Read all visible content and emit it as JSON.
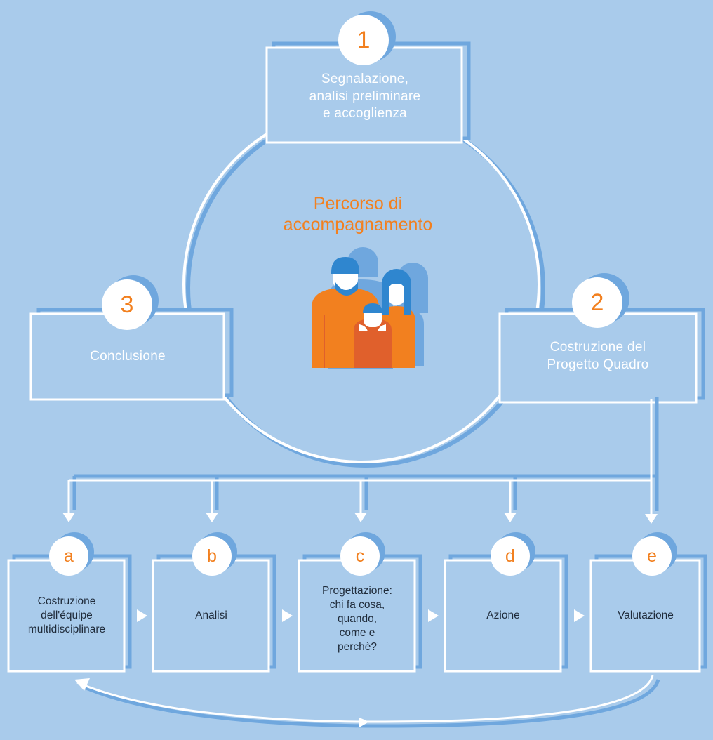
{
  "diagram": {
    "title": "Percorso di\naccompagnamento",
    "colors": {
      "background": "#a9cbeb",
      "line": "#ffffff",
      "shadow": "#6fa7de",
      "accent": "#f2801f",
      "figure_dark": "#e0602c",
      "hair": "#2f86cf"
    },
    "main_steps": [
      {
        "number": "1",
        "label": "Segnalazione,\nanalisi preliminare\ne accoglienza"
      },
      {
        "number": "2",
        "label": "Costruzione del\nProgetto Quadro"
      },
      {
        "number": "3",
        "label": "Conclusione"
      }
    ],
    "sub_steps": [
      {
        "letter": "a",
        "label": "Costruzione\ndell'équipe\nmultidisciplinare"
      },
      {
        "letter": "b",
        "label": "Analisi"
      },
      {
        "letter": "c",
        "label": "Progettazione:\nchi fa cosa,\nquando,\ncome e\nperchè?"
      },
      {
        "letter": "d",
        "label": "Azione"
      },
      {
        "letter": "e",
        "label": "Valutazione"
      }
    ],
    "icon": "family-icon"
  }
}
